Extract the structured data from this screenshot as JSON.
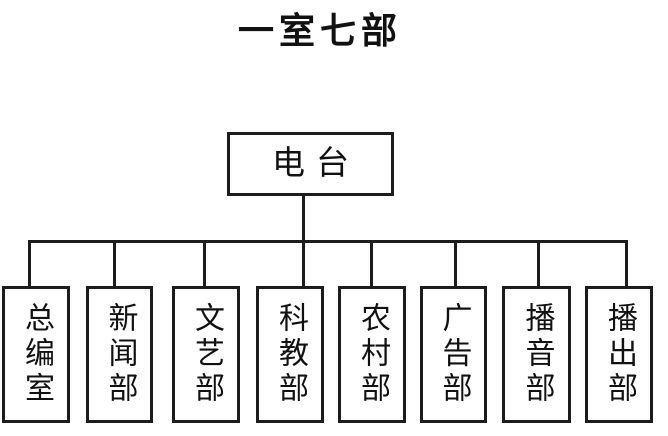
{
  "title": "一室七部",
  "root": {
    "label": "电台"
  },
  "departments": [
    {
      "label": "总编室"
    },
    {
      "label": "新闻部"
    },
    {
      "label": "文艺部"
    },
    {
      "label": "科教部"
    },
    {
      "label": "农村部"
    },
    {
      "label": "广告部"
    },
    {
      "label": "播音部"
    },
    {
      "label": "播出部"
    }
  ],
  "colors": {
    "line": "#1c1c1c",
    "background": "#ffffff",
    "text": "#111111"
  }
}
